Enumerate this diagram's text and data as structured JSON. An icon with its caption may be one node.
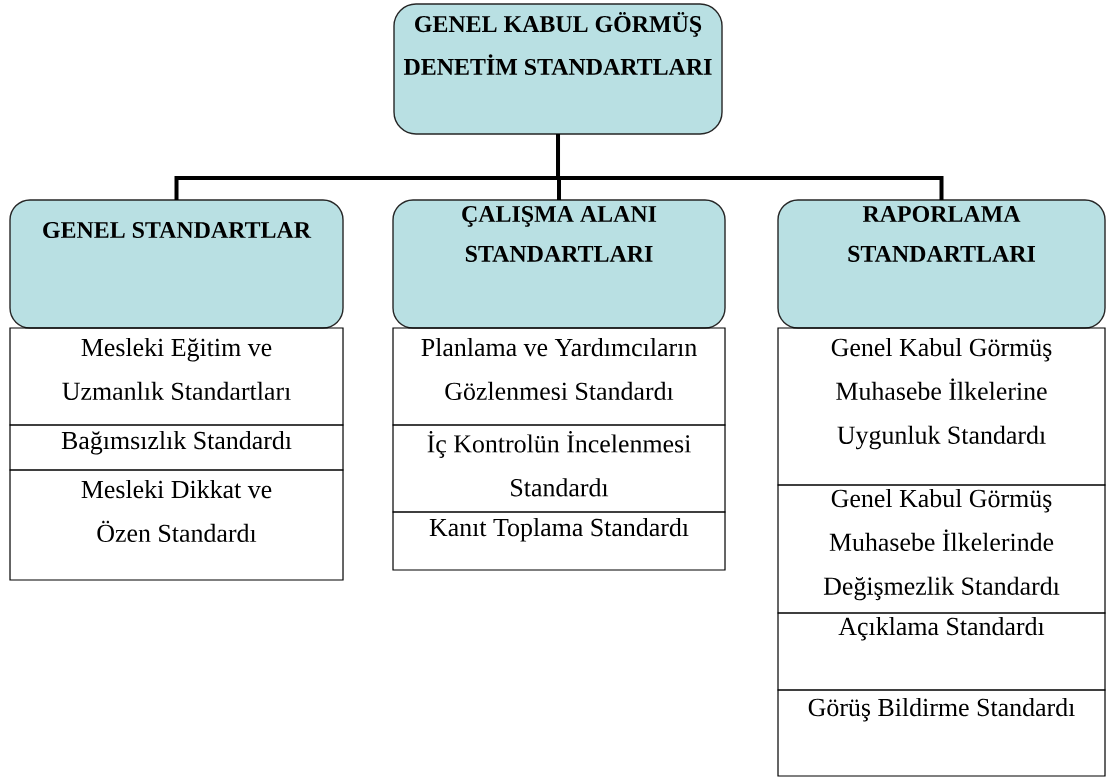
{
  "diagram": {
    "nodes": [
      {
        "text": [
          "GENEL KABUL GÖRMÜŞ DENETİM STANDARTLARI"
        ]
      },
      {
        "text": [
          "GENEL STANDARTLAR"
        ]
      },
      {
        "text": [
          "ÇALIŞMA ALANI STANDARTLARI"
        ]
      },
      {
        "text": [
          "RAPORLAMA STANDARTLARI"
        ]
      },
      {
        "text": [
          "Mesleki Eğitim ve Uzmanlık Standartları"
        ]
      },
      {
        "text": [
          "Bağımsızlık Standardı"
        ]
      },
      {
        "text": [
          "Mesleki Dikkat ve Özen Standardı"
        ]
      },
      {
        "text": [
          "Planlama ve Yardımcıların Gözlenmesi Standardı"
        ]
      },
      {
        "text": [
          "İç Kontrolün İncelenmesi Standardı"
        ]
      },
      {
        "text": [
          "Kanıt Toplama Standardı"
        ]
      },
      {
        "text": [
          "Genel Kabul Görmüş Muhasebe İlkelerine Uygunluk Standardı"
        ]
      },
      {
        "text": [
          "Genel Kabul Görmüş Muhasebe İlkelerinde Değişmezlik Standardı"
        ]
      },
      {
        "text": [
          "Açıklama Standardı"
        ]
      },
      {
        "text": [
          "Görüş Bildirme Standardı"
        ]
      }
    ],
    "edges": [
      {
        "from": 0,
        "to": 1,
        "arrow": "none"
      },
      {
        "from": 0,
        "to": 2,
        "arrow": "none"
      },
      {
        "from": 0,
        "to": 3,
        "arrow": "none"
      }
    ]
  }
}
